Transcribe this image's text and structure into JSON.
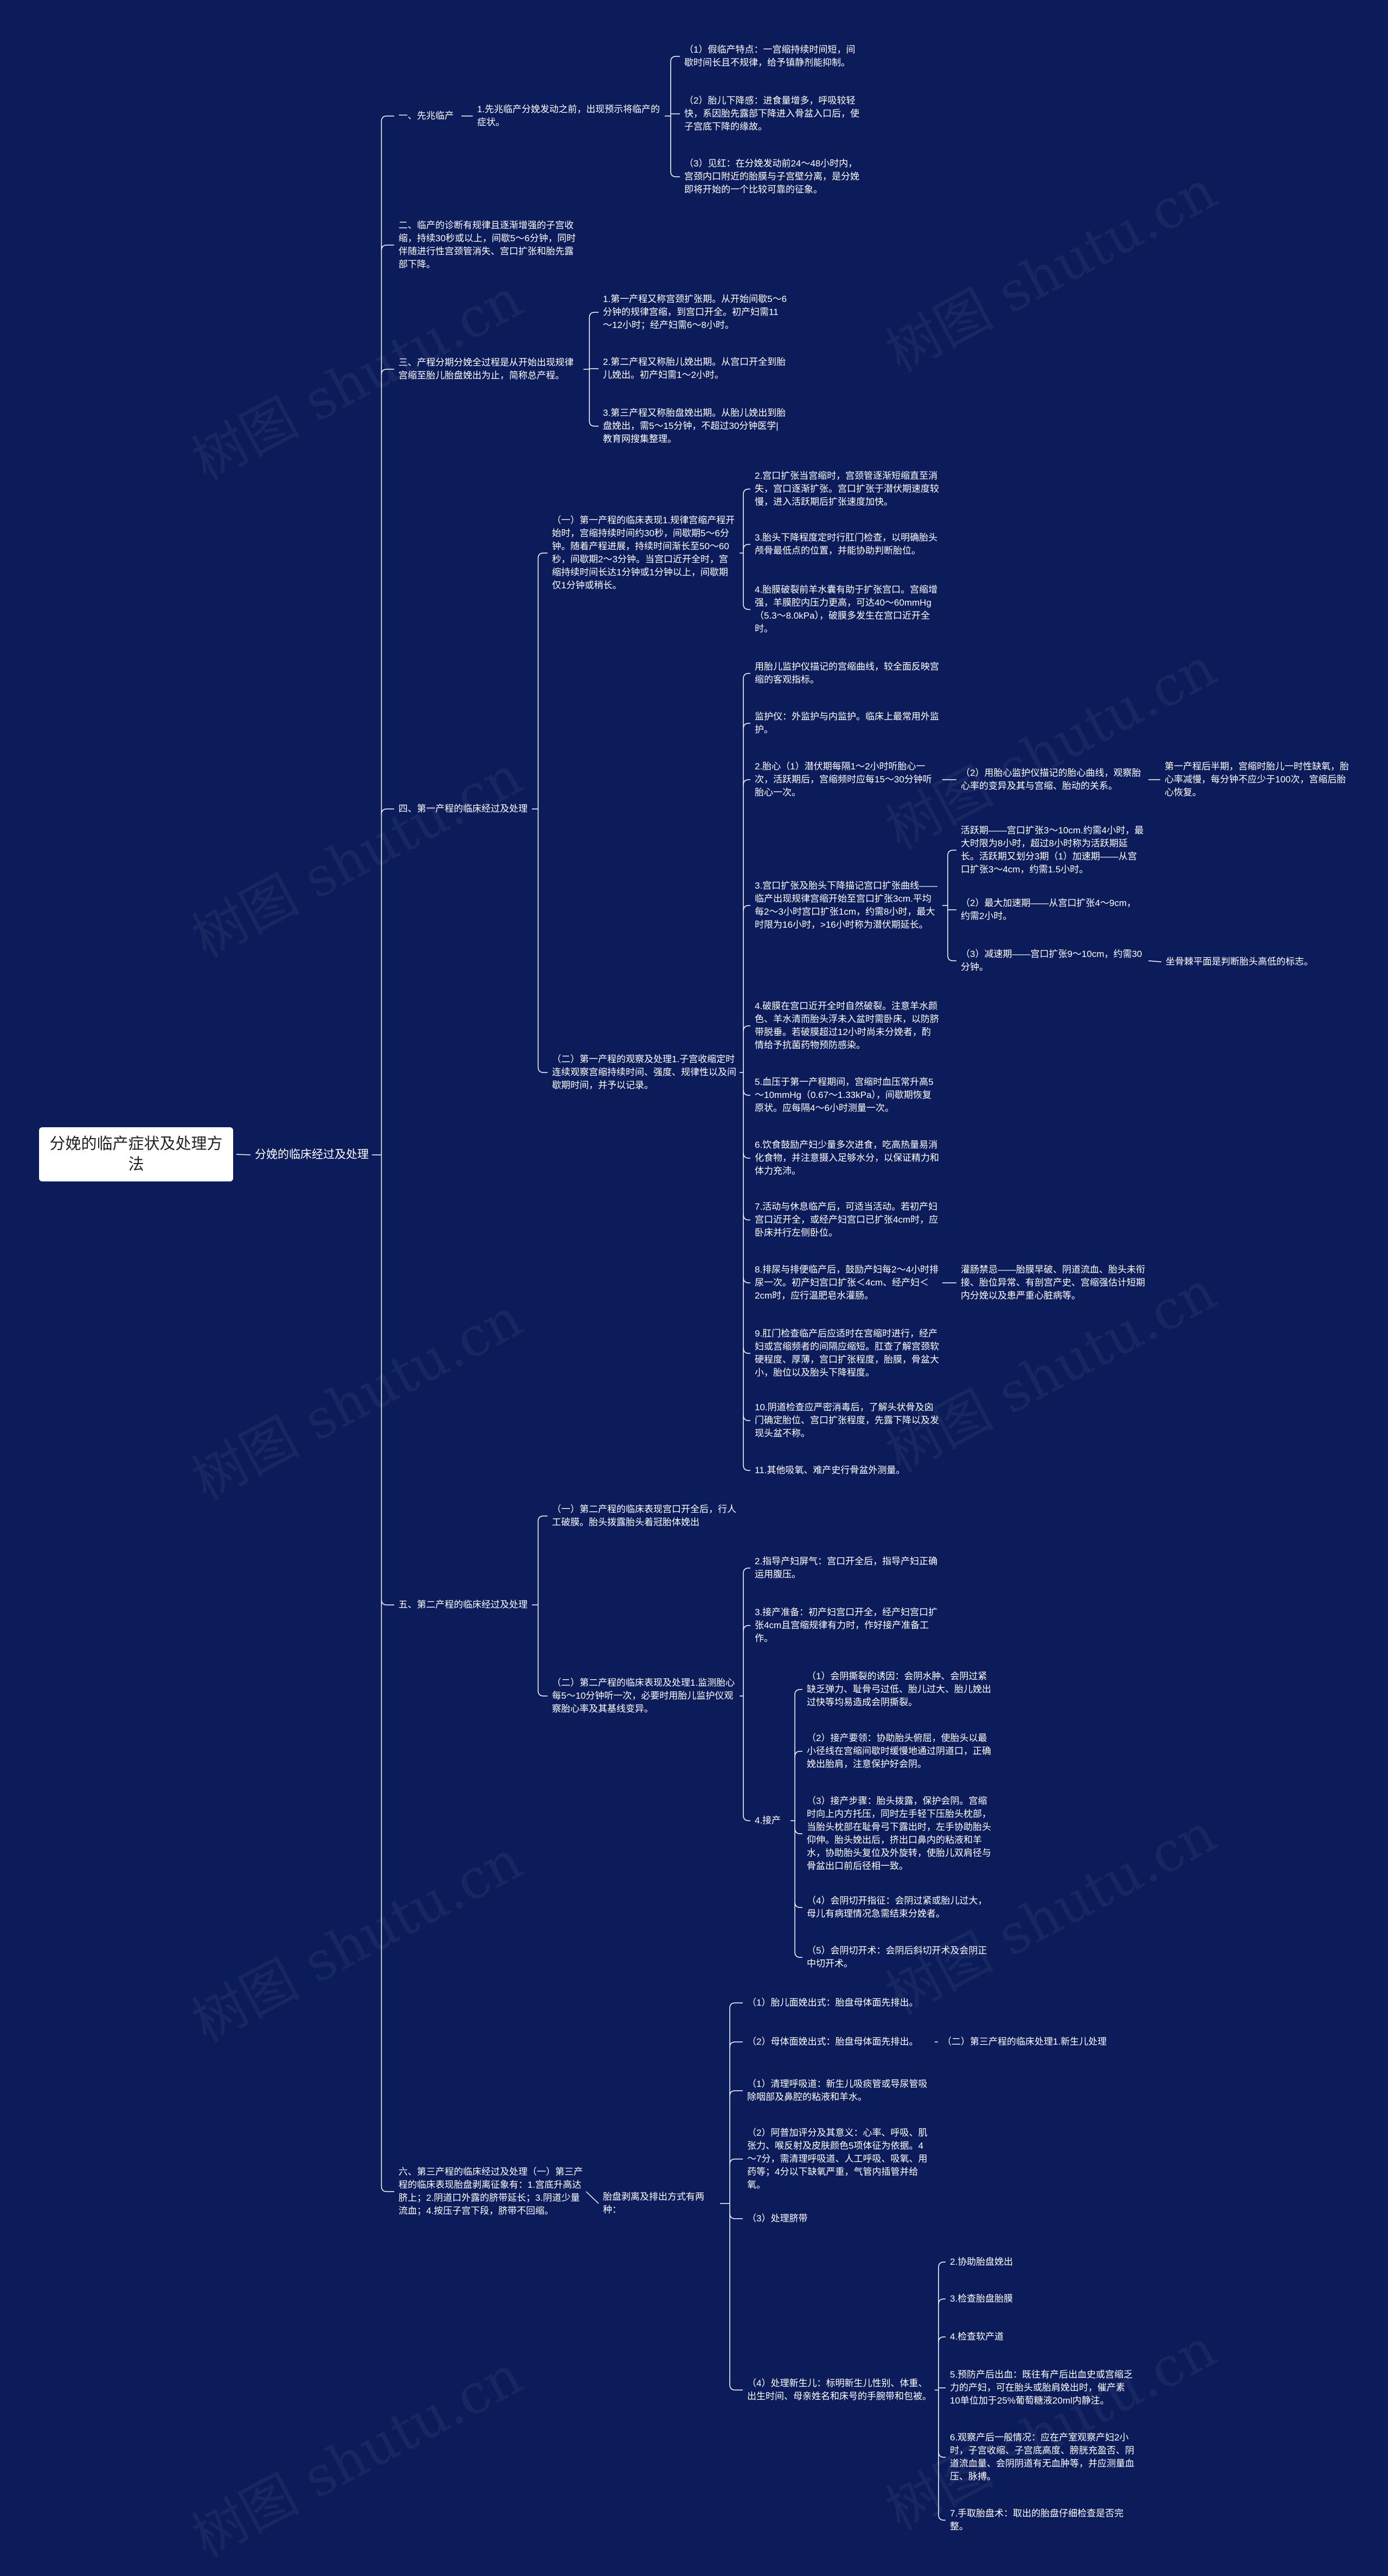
{
  "root": "分娩的临产症状及处理方法",
  "hub": "分娩的临床经过及处理",
  "watermark": "树图 shutu.cn",
  "n1": "一、先兆临产",
  "n1_1": "1.先兆临产分娩发动之前，出现预示将临产的症状。",
  "n1_1_1": "（1）假临产特点：一宫缩持续时间短，间歇时间长且不规律，给予镇静剂能抑制。",
  "n1_1_2": "（2）胎儿下降感：进食量增多，呼吸较轻快，系因胎先露部下降进入骨盆入口后，使子宫底下降的缘故。",
  "n1_1_3": "（3）见红：在分娩发动前24～48小时内，宫颈内口附近的胎膜与子宫壁分离，是分娩即将开始的一个比较可靠的征象。",
  "n2": "二、临产的诊断有规律且逐渐增强的子宫收缩，持续30秒或以上，间歇5～6分钟，同时伴随进行性宫颈管消失、宫口扩张和胎先露部下降。",
  "n3": "三、产程分期分娩全过程是从开始出现规律宫缩至胎儿胎盘娩出为止，简称总产程。",
  "n3_1": "1.第一产程又称宫颈扩张期。从开始间歇5～6分钟的规律宫缩，到宫口开全。初产妇需11～12小时；经产妇需6～8小时。",
  "n3_2": "2.第二产程又称胎儿娩出期。从宫口开全到胎儿娩出。初产妇需1～2小时。",
  "n3_3": "3.第三产程又称胎盘娩出期。从胎儿娩出到胎盘娩出，需5～15分钟，不超过30分钟医学|教育网搜集整理。",
  "n4": "四、第一产程的临床经过及处理",
  "n4_1": "（一）第一产程的临床表现1.规律宫缩产程开始时，宫缩持续时间约30秒，间歇期5～6分钟。随着产程进展，持续时间渐长至50～60秒，间歇期2～3分钟。当宫口近开全时，宫缩持续时间长达1分钟或1分钟以上，间歇期仅1分钟或稍长。",
  "n4_1_1": "2.宫口扩张当宫缩时，宫颈管逐渐短缩直至消失，宫口逐渐扩张。宫口扩张于潜伏期速度较慢，进入活跃期后扩张速度加快。",
  "n4_1_2": "3.胎头下降程度定时行肛门检查，以明确胎头颅骨最低点的位置，并能协助判断胎位。",
  "n4_1_3": "4.胎膜破裂前羊水囊有助于扩张宫口。宫缩增强，羊膜腔内压力更高，可达40～60mmHg（5.3～8.0kPa），破膜多发生在宫口近开全时。",
  "n4_2": "（二）第一产程的观察及处理1.子宫收缩定时连续观察宫缩持续时间、强度、规律性以及间歇期时间，并予以记录。",
  "n4_2_a": "用胎儿监护仪描记的宫缩曲线，较全面反映宫缩的客观指标。",
  "n4_2_b": "监护仪：外监护与内监护。临床上最常用外监护。",
  "n4_2_c": "2.胎心（1）潜伏期每隔1～2小时听胎心一次，活跃期后，宫缩频时应每15～30分钟听胎心一次。",
  "n4_2_c1": "（2）用胎心监护仪描记的胎心曲线，观察胎心率的变异及其与宫缩、胎动的关系。",
  "n4_2_c2": "第一产程后半期，宫缩时胎儿一时性缺氧，胎心率减慢，每分钟不应少于100次，宫缩后胎心恢复。",
  "n4_2_d": "3.宫口扩张及胎头下降描记宫口扩张曲线——临产出现规律宫缩开始至宫口扩张3cm.平均每2～3小时宫口扩张1cm，约需8小时，最大时限为16小时，>16小时称为潜伏期延长。",
  "n4_2_d1": "活跃期——宫口扩张3～10cm.约需4小时，最大时限为8小时，超过8小时称为活跃期延长。活跃期又划分3期（1）加速期——从宫口扩张3～4cm，约需1.5小时。",
  "n4_2_d2": "（2）最大加速期——从宫口扩张4～9cm，约需2小时。",
  "n4_2_d3": "（3）减速期——宫口扩张9～10cm，约需30分钟。",
  "n4_2_d3a": "坐骨棘平面是判断胎头高低的标志。",
  "n4_2_e": "4.破膜在宫口近开全时自然破裂。注意羊水颜色、羊水清而胎头浮未入盆时需卧床，以防脐带脱垂。若破膜超过12小时尚未分娩者，酌情给予抗菌药物预防感染。",
  "n4_2_f": "5.血压于第一产程期间，宫缩时血压常升高5～10mmHg（0.67～1.33kPa），间歇期恢复原状。应每隔4～6小时测量一次。",
  "n4_2_g": "6.饮食鼓励产妇少量多次进食，吃高热量易消化食物，并注意摄入足够水分，以保证精力和体力充沛。",
  "n4_2_h": "7.活动与休息临产后，可适当活动。若初产妇宫口近开全，或经产妇宫口已扩张4cm时，应卧床并行左侧卧位。",
  "n4_2_i": "8.排尿与排便临产后，鼓励产妇每2～4小时排尿一次。初产妇宫口扩张＜4cm、经产妇＜2cm时，应行温肥皂水灌肠。",
  "n4_2_i1": "灌肠禁忌——胎膜早破、阴道流血、胎头未衔接、胎位异常、有剖宫产史、宫缩强估计短期内分娩以及患严重心脏病等。",
  "n4_2_j": "9.肛门检查临产后应适时在宫缩时进行，经产妇或宫缩频者的间隔应缩短。肛查了解宫颈软硬程度、厚薄，宫口扩张程度，胎膜，骨盆大小，胎位以及胎头下降程度。",
  "n4_2_k": "10.阴道检查应严密消毒后，了解头状骨及囟门确定胎位、宫口扩张程度，先露下降以及发现头盆不称。",
  "n4_2_l": "11.其他吸氧、难产史行骨盆外测量。",
  "n5": "五、第二产程的临床经过及处理",
  "n5_1": "（一）第二产程的临床表现宫口开全后，行人工破膜。胎头拨露胎头着冠胎体娩出",
  "n5_2": "（二）第二产程的临床表现及处理1.监测胎心每5～10分钟听一次，必要时用胎儿监护仪观察胎心率及其基线变异。",
  "n5_2_a": "2.指导产妇屏气：宫口开全后，指导产妇正确运用腹压。",
  "n5_2_b": "3.接产准备：初产妇宫口开全，经产妇宫口扩张4cm且宫缩规律有力时，作好接产准备工作。",
  "n5_2_c": "4.接产",
  "n5_2_c1": "（1）会阴撕裂的诱因：会阴水肿、会阴过紧缺乏弹力、耻骨弓过低、胎儿过大、胎儿娩出过快等均易造成会阴撕裂。",
  "n5_2_c2": "（2）接产要领：协助胎头俯屈，使胎头以最小径线在宫缩间歇时缓慢地通过阴道口，正确娩出胎肩，注意保护好会阴。",
  "n5_2_c3": "（3）接产步骤：胎头拨露，保护会阴。宫缩时向上内方托压，同时左手轻下压胎头枕部，当胎头枕部在耻骨弓下露出时，左手协助胎头仰伸。胎头娩出后，挤出口鼻内的粘液和羊水，协助胎头复位及外旋转，使胎儿双肩径与骨盆出口前后径相一致。",
  "n5_2_c4": "（4）会阴切开指征：会阴过紧或胎儿过大，母儿有病理情况急需结束分娩者。",
  "n5_2_c5": "（5）会阴切开术：会阴后斜切开术及会阴正中切开术。",
  "n6": "六、第三产程的临床经过及处理（一）第三产程的临床表现胎盘剥离征象有：1.宫底升高达脐上；2.阴道口外露的脐带延长；3.阴道少量流血；4.按压子宫下段，脐带不回缩。",
  "n6_1": "胎盘剥离及排出方式有两种：",
  "n6_1_a": "（1）胎儿面娩出式：胎盘母体面先排出。",
  "n6_1_b": "（2）母体面娩出式：胎盘母体面先排出。",
  "n6_1_b1": "（二）第三产程的临床处理1.新生儿处理",
  "n6_1_c": "（1）清理呼吸道：新生儿吸痰管或导尿管吸除咽部及鼻腔的粘液和羊水。",
  "n6_1_d": "（2）阿普加评分及其意义：心率、呼吸、肌张力、喉反射及皮肤颜色5项体征为依据。4～7分，需清理呼吸道、人工呼吸、吸氧、用药等；4分以下缺氧严重，气管内插管并给氧。",
  "n6_1_e": "（3）处理脐带",
  "n6_1_f": "（4）处理新生儿：标明新生儿性别、体重、出生时间、母亲姓名和床号的手腕带和包被。",
  "n6_1_f1": "2.协助胎盘娩出",
  "n6_1_f2": "3.检查胎盘胎膜",
  "n6_1_f3": "4.检查软产道",
  "n6_1_f4": "5.预防产后出血：既往有产后出血史或宫缩乏力的产妇，可在胎头或胎肩娩出时，催产素10单位加于25%葡萄糖液20ml内静注。",
  "n6_1_f5": "6.观察产后一般情况：应在产室观察产妇2小时，子宫收缩、子宫底高度、膀胱充盈否、阴道流血量、会阴阴道有无血肿等，并应测量血压、脉搏。",
  "n6_1_f6": "7.手取胎盘术：取出的胎盘仔细检查是否完整。"
}
